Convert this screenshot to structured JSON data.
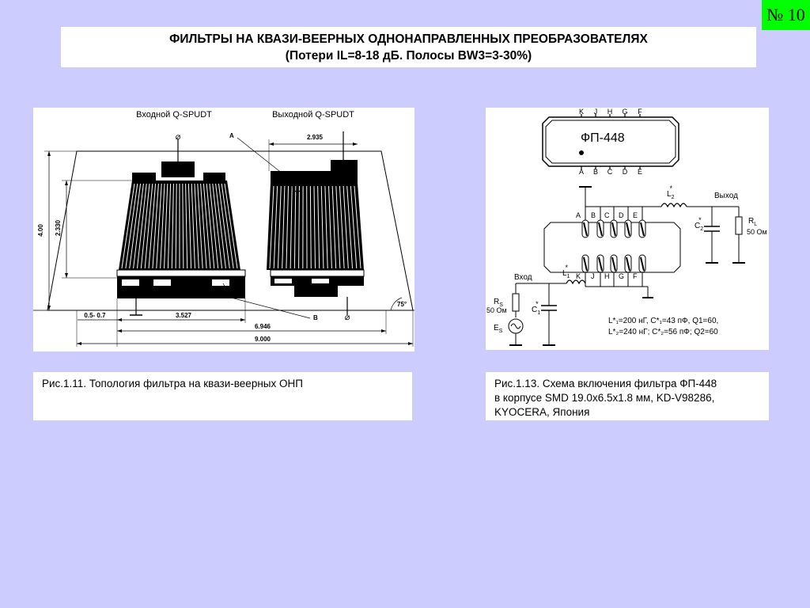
{
  "slide_number": "№ 10",
  "title": {
    "line1": "ФИЛЬТРЫ  НА  КВАЗИ-ВЕЕРНЫХ  ОДНОНАПРАВЛЕННЫХ  ПРЕОБРАЗОВАТЕЛЯХ",
    "line2": "(Потери IL=8-18 дБ. Полосы BW3=3-30%)"
  },
  "topology": {
    "input_label": "Входной Q-SPUDT",
    "output_label": "Выходной Q-SPUDT",
    "mark_a": "A",
    "mark_b": "B",
    "angle": "75°",
    "dim_top": "2.935",
    "dim_height_total": "4.00",
    "dim_height_inner": "2.330",
    "dim_gap": "0.5- 0.7",
    "dim_input_width": "3.527",
    "dim_span": "6.946",
    "dim_total": "9.000",
    "terminal": "⌀"
  },
  "circuit": {
    "package_name": "ФП-448",
    "pins_top": [
      "K",
      "J",
      "H",
      "G",
      "F"
    ],
    "pins_bottom": [
      "A",
      "B",
      "C",
      "D",
      "E"
    ],
    "inner_top_pins": [
      "A",
      "B",
      "C",
      "D",
      "E"
    ],
    "inner_bottom_pins": [
      "K",
      "J",
      "H",
      "G",
      "F"
    ],
    "l1": "L",
    "l1_sub": "1",
    "l2": "L",
    "l2_sub": "2",
    "c1": "C",
    "c1_sub": "1",
    "c2": "C",
    "c2_sub": "2",
    "star": "*",
    "output_label": "Выход",
    "input_label": "Вход",
    "rl": "R",
    "rl_sub": "L",
    "rl_value": "50 Ом",
    "rs": "R",
    "rs_sub": "S",
    "rs_value": "50 Ом",
    "es": "E",
    "es_sub": "S",
    "params_line1": "L*₁=200 нГ,  C*₁=43 пФ,  Q1=60,",
    "params_line2": "L*₂=240 нГ;  C*₂=56 пФ;  Q2=60"
  },
  "captions": {
    "left": "Рис.1.11. Топология фильтра на квази-веерных ОНП",
    "right_line1": "Рис.1.13. Схема включения фильтра ФП-448",
    "right_line2": "в корпусе SMD 19.0x6.5x1.8 мм, KD-V98286,",
    "right_line3": "KYOCERA, Япония"
  }
}
